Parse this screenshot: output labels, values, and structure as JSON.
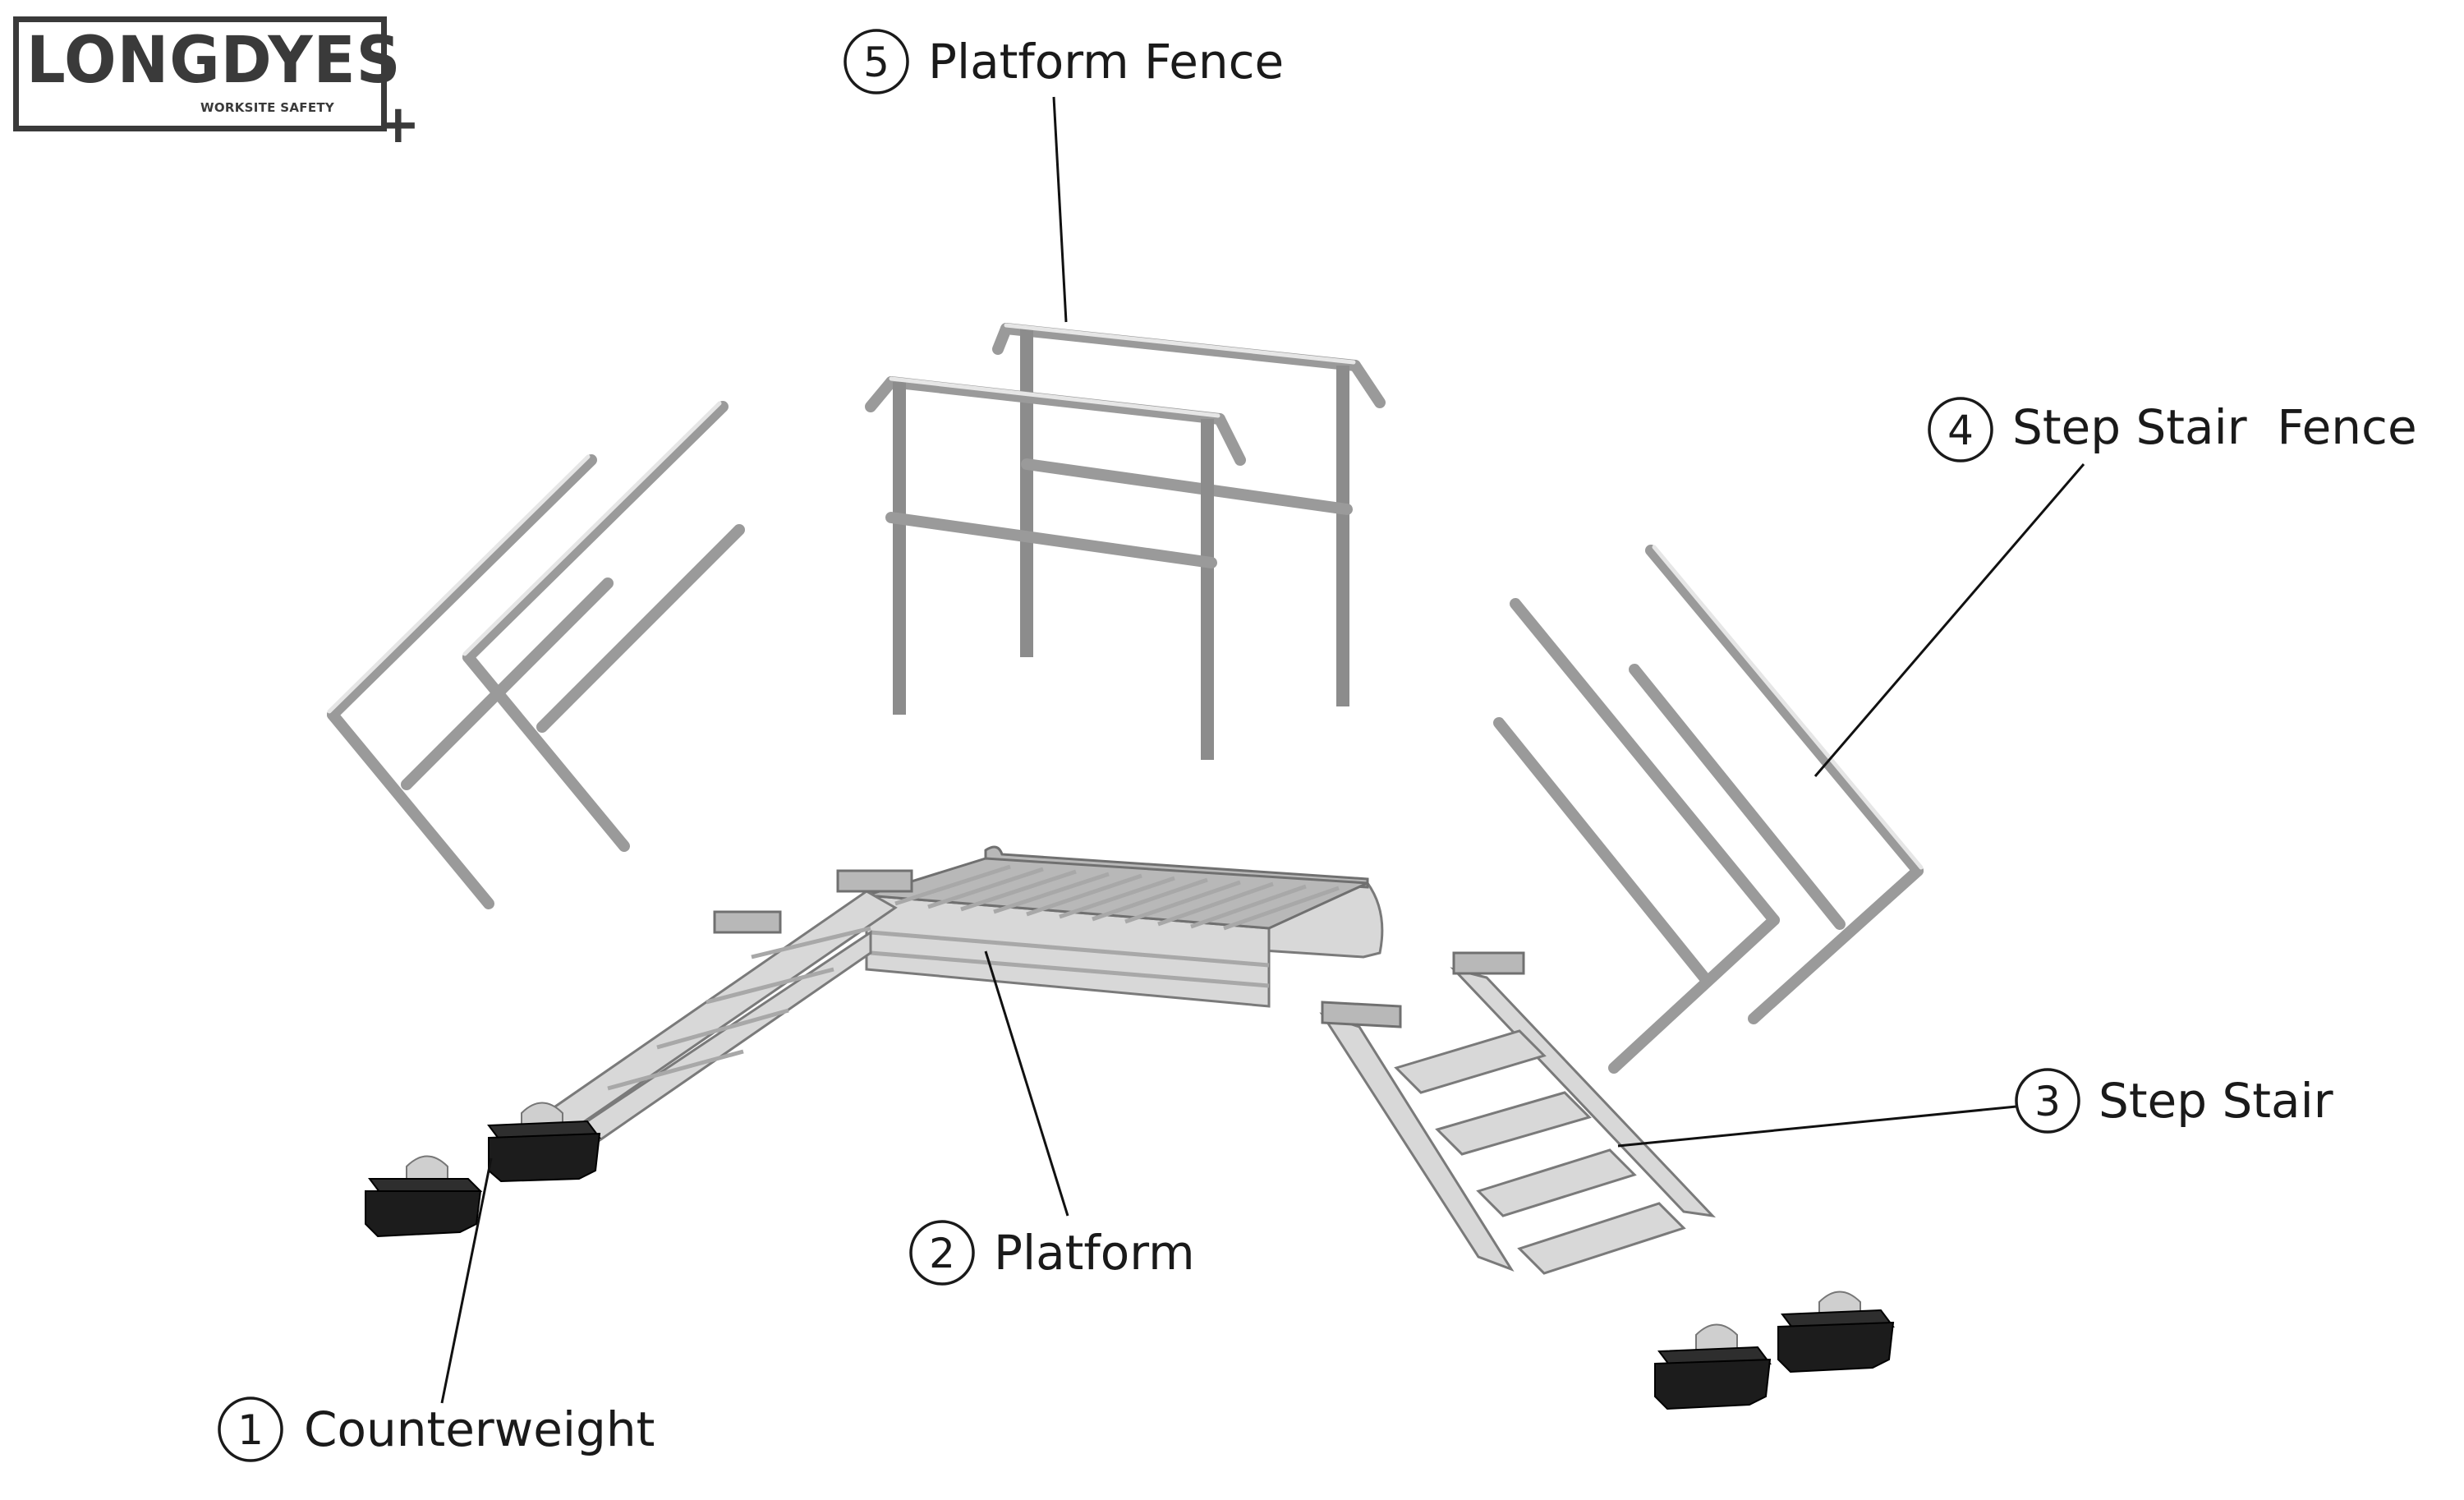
{
  "logo": {
    "brand": "LONGDYES",
    "tagline": "WORKSITE SAFETY",
    "plus": "+"
  },
  "callouts": [
    {
      "number": "1",
      "label": "Counterweight"
    },
    {
      "number": "2",
      "label": "Platform"
    },
    {
      "number": "3",
      "label": "Step Stair"
    },
    {
      "number": "4",
      "label": "Step Stair  Fence"
    },
    {
      "number": "5",
      "label": "Platform Fence"
    }
  ],
  "colors": {
    "metal": "#d8d8d8",
    "counterweight": "#1c1c1c",
    "text": "#1a1a1a"
  }
}
